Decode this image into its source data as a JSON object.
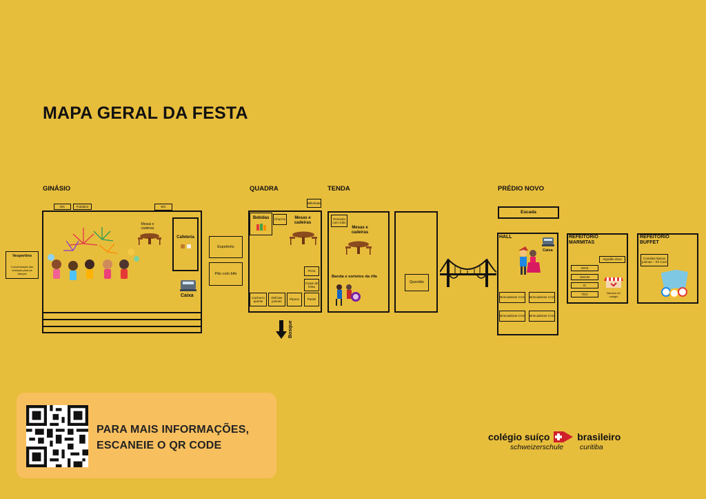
{
  "title": "MAPA GERAL DA FESTA",
  "sections": {
    "ginasio": "GINÁSIO",
    "quadra": "QUADRA",
    "tenda": "TENDA",
    "predio_novo": "PRÉDIO NOVO"
  },
  "ginasio": {
    "wc1": "WC",
    "fraldario": "Fraldário",
    "wc2": "WC",
    "mesas": "Mesas e cadeiras",
    "cafeteria": "Cafeteria",
    "caixa": "Caixa"
  },
  "vespertino": {
    "title": "Vespertino",
    "text": "Concentração das crianças para as danças"
  },
  "between": {
    "espetinho": "Espetinho",
    "pao": "Pão com bife"
  },
  "quadra": {
    "milkshake": "Milkshake",
    "bebidas": "Bebidas",
    "churros": "Churros",
    "mesas": "Mesas e cadeiras",
    "pizza": "Pizza",
    "crepe": "Crepe de festa",
    "cachorro": "Cachorro quente",
    "delicias": "Delícias juninas",
    "pipoca": "Pipoca",
    "pastel": "Pastel",
    "bosque": "Bosque"
  },
  "tenda": {
    "pescaria": "Pescaria com Jobs",
    "mesas": "Mesas e cadeiras",
    "banda": "Banda e sorteios da rifa"
  },
  "quentao": "Quentão",
  "predio": {
    "escada": "Escada",
    "hall": "HALL",
    "caixa": "Caixa",
    "brinc1": "Brincadeiras CAS",
    "brinc2": "Brincadeiras CAS",
    "brinc3": "Brincadeiras CAS",
    "brinc4": "Brincadeiras CAS",
    "marmitas_title": "REFEITÓRIO MARMITAS",
    "algodao": "Algodão doce",
    "gins": "GINS",
    "shiun": "SHIUN",
    "ic": "IC",
    "teo": "TEO",
    "barraca": "Barraca do colégio",
    "buffet_title": "REFEITÓRIO BUFFET",
    "comidas": "Comidas típicas juninas – It's Cool"
  },
  "qr": {
    "line1": "PARA MAIS INFORMAÇÕES,",
    "line2": "ESCANEIE O QR CODE"
  },
  "logo": {
    "left": "colégio suíço",
    "right": "brasileiro",
    "sub_left": "schweizerschule",
    "sub_right": "curitiba",
    "brand_color": "#d0202a"
  }
}
